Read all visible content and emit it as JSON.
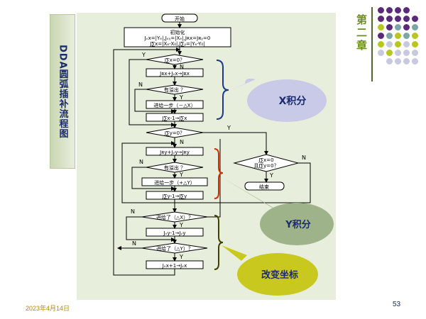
{
  "side_title": "DDA圆弧插补流程图",
  "chapter": "第二章",
  "footer": {
    "date": "2023年4月14日",
    "page": "53"
  },
  "flow": {
    "start": "开始",
    "init_title": "初始化",
    "init_line1": "Jᵥx=|Yₑ|,Jᵥᵧ=|Xₑ|,Jʀx=Jʀᵧ=0",
    "init_line2": "J∑x=|Xₑ-X₀|,J∑ᵧ=|Yₑ-Y₀|",
    "jex_zero": "J∑x=0？",
    "rx_acc": "Jʀx+Jᵥx→Jʀx",
    "overflow1": "有溢出 ？",
    "feed_x": "进给一步（－△X）",
    "jex_dec": "J∑x-1→J∑x",
    "jey_zero": "J∑y=0？",
    "ry_acc": "Jʀy+Jᵥy→Jʀy",
    "overflow2": "有溢出 ？",
    "feed_y": "进给一步（+△Y）",
    "jey_dec": "J∑y-1→J∑y",
    "both_zero_1": "J∑x=0",
    "both_zero_2": "且J∑y=0？",
    "end": "结束",
    "fed_x": "进给了（△X）？",
    "vy_update": "Jᵥy-1→Jᵥy",
    "fed_y": "进给了（△Y）？",
    "vx_update": "Jᵥx+1→Jᵥx",
    "yes": "Y",
    "no": "N"
  },
  "callouts": {
    "x_integral": "X积分",
    "y_integral": "Y积分",
    "change_coord": "改变坐标"
  },
  "colors": {
    "flow_bg": "#e8eedc",
    "callout_x": "#c9c9e8",
    "callout_y": "#9fb38a",
    "callout_coord": "#c8c81e",
    "brace_blue": "#1a3a8c",
    "brace_red": "#cc3300",
    "brace_olive": "#404000"
  }
}
